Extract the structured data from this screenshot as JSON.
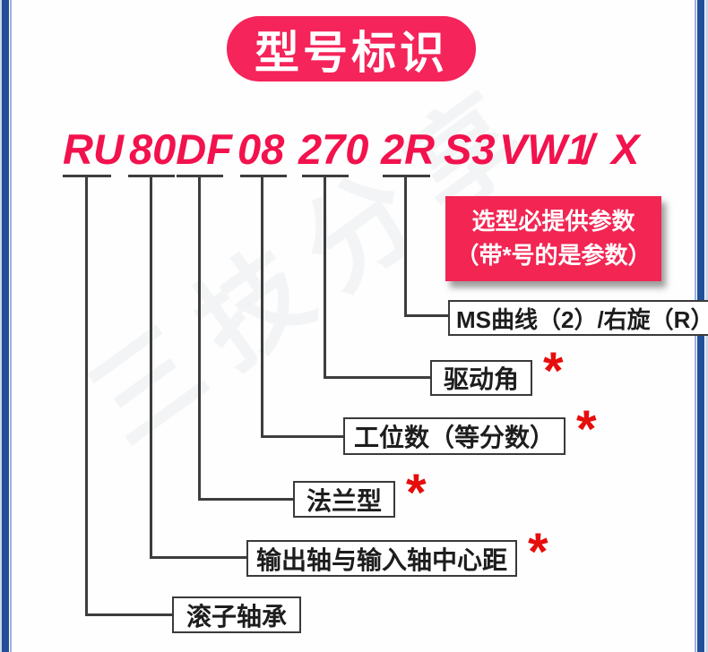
{
  "banner": {
    "text": "型号标识",
    "bg_color": "#f5245a"
  },
  "model": {
    "full_code": "RU 80DF 08 270 2R S3 VW1 / X",
    "segments": [
      "RU",
      "80DF",
      "08",
      "270",
      "2R",
      "S3",
      "VW1",
      "/",
      "X"
    ],
    "color": "#f2124d"
  },
  "note": {
    "line1": "选型必提供参数",
    "line2": "（带*号的是参数）",
    "bg_color": "#f22553"
  },
  "labels": [
    {
      "text": "MS曲线（2）/右旋（R）",
      "required": false
    },
    {
      "text": "驱动角",
      "required": true
    },
    {
      "text": "工位数（等分数）",
      "required": true
    },
    {
      "text": "法兰型",
      "required": true
    },
    {
      "text": "输出轴与输入轴中心距",
      "required": true
    },
    {
      "text": "滚子轴承",
      "required": false
    }
  ],
  "asterisk": "*",
  "asterisk_color": "#e60d0d",
  "watermark": "三技分享",
  "frame_color": "#215099"
}
